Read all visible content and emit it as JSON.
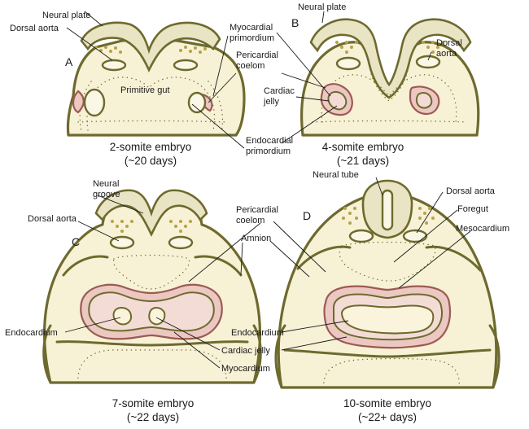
{
  "panels": {
    "a": {
      "letter": "A",
      "caption_line1": "2-somite embryo",
      "caption_line2": "(~20 days)",
      "labels": {
        "neural_plate": "Neural plate",
        "dorsal_aorta": "Dorsal aorta",
        "myocardial_primordium_1": "Myocardial",
        "myocardial_primordium_2": "primordium",
        "pericardial_coelom_1": "Pericardial",
        "pericardial_coelom_2": "coelom",
        "primitive_gut": "Primitive gut",
        "endocardial_primordium_1": "Endocardial",
        "endocardial_primordium_2": "primordium"
      }
    },
    "b": {
      "letter": "B",
      "caption_line1": "4-somite embryo",
      "caption_line2": "(~21 days)",
      "labels": {
        "neural_plate": "Neural plate",
        "dorsal_aorta_1": "Dorsal",
        "dorsal_aorta_2": "aorta",
        "cardiac_jelly_1": "Cardiac",
        "cardiac_jelly_2": "jelly"
      }
    },
    "c": {
      "letter": "C",
      "caption_line1": "7-somite embryo",
      "caption_line2": "(~22 days)",
      "labels": {
        "neural_groove_1": "Neural",
        "neural_groove_2": "groove",
        "dorsal_aorta": "Dorsal aorta",
        "pericardial_coelom_1": "Pericardial",
        "pericardial_coelom_2": "coelom",
        "amnion": "Amnion",
        "endocardium": "Endocardium",
        "cardiac_jelly": "Cardiac jelly",
        "myocardium": "Myocardium"
      }
    },
    "d": {
      "letter": "D",
      "caption_line1": "10-somite embryo",
      "caption_line2": "(~22+ days)",
      "labels": {
        "neural_tube": "Neural tube",
        "dorsal_aorta": "Dorsal aorta",
        "foregut": "Foregut",
        "mesocardium": "Mesocardium",
        "endocardium": "Endocardium"
      }
    }
  },
  "colors": {
    "wall": "#6e6a2e",
    "tissue_fill": "#f7f1d6",
    "myocardium": "#ecc8c2",
    "cardiac_jelly": "#f3dcd6",
    "mesenchyme": "#b7a24a"
  }
}
